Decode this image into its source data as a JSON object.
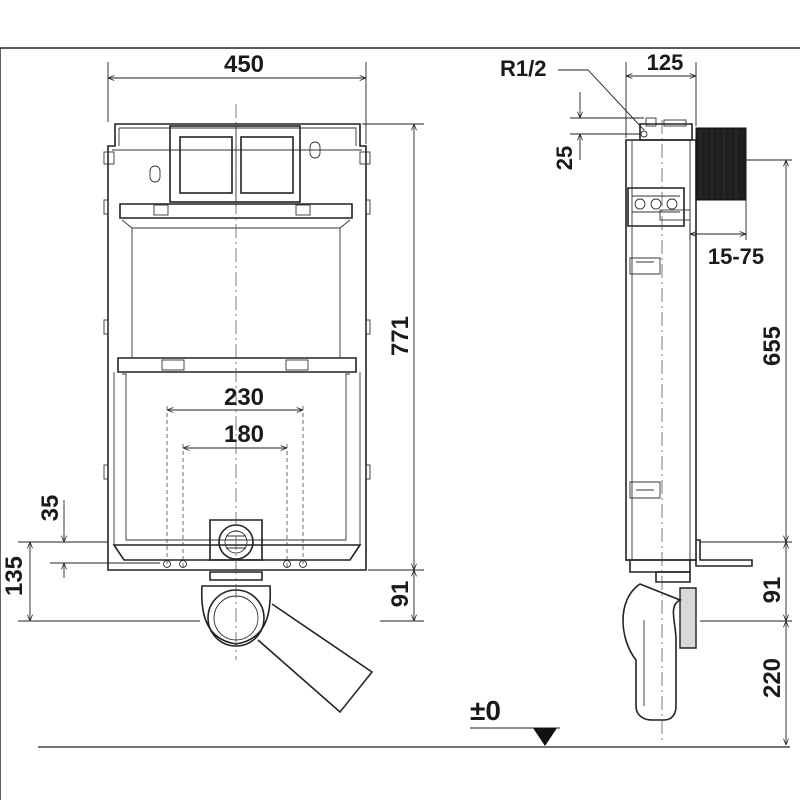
{
  "front_view": {
    "width_label": "450",
    "height_label": "771",
    "outer_spacing_label": "230",
    "inner_spacing_label": "180",
    "left_small_label": "35",
    "left_large_label": "135",
    "bottom_right_label": "91"
  },
  "side_view": {
    "thread_label": "R1/2",
    "depth_label": "125",
    "offset_label": "25",
    "adjust_label": "15-75",
    "height_label": "655",
    "bottom_label": "91",
    "drain_label": "220"
  },
  "floor_level_label": "±0"
}
